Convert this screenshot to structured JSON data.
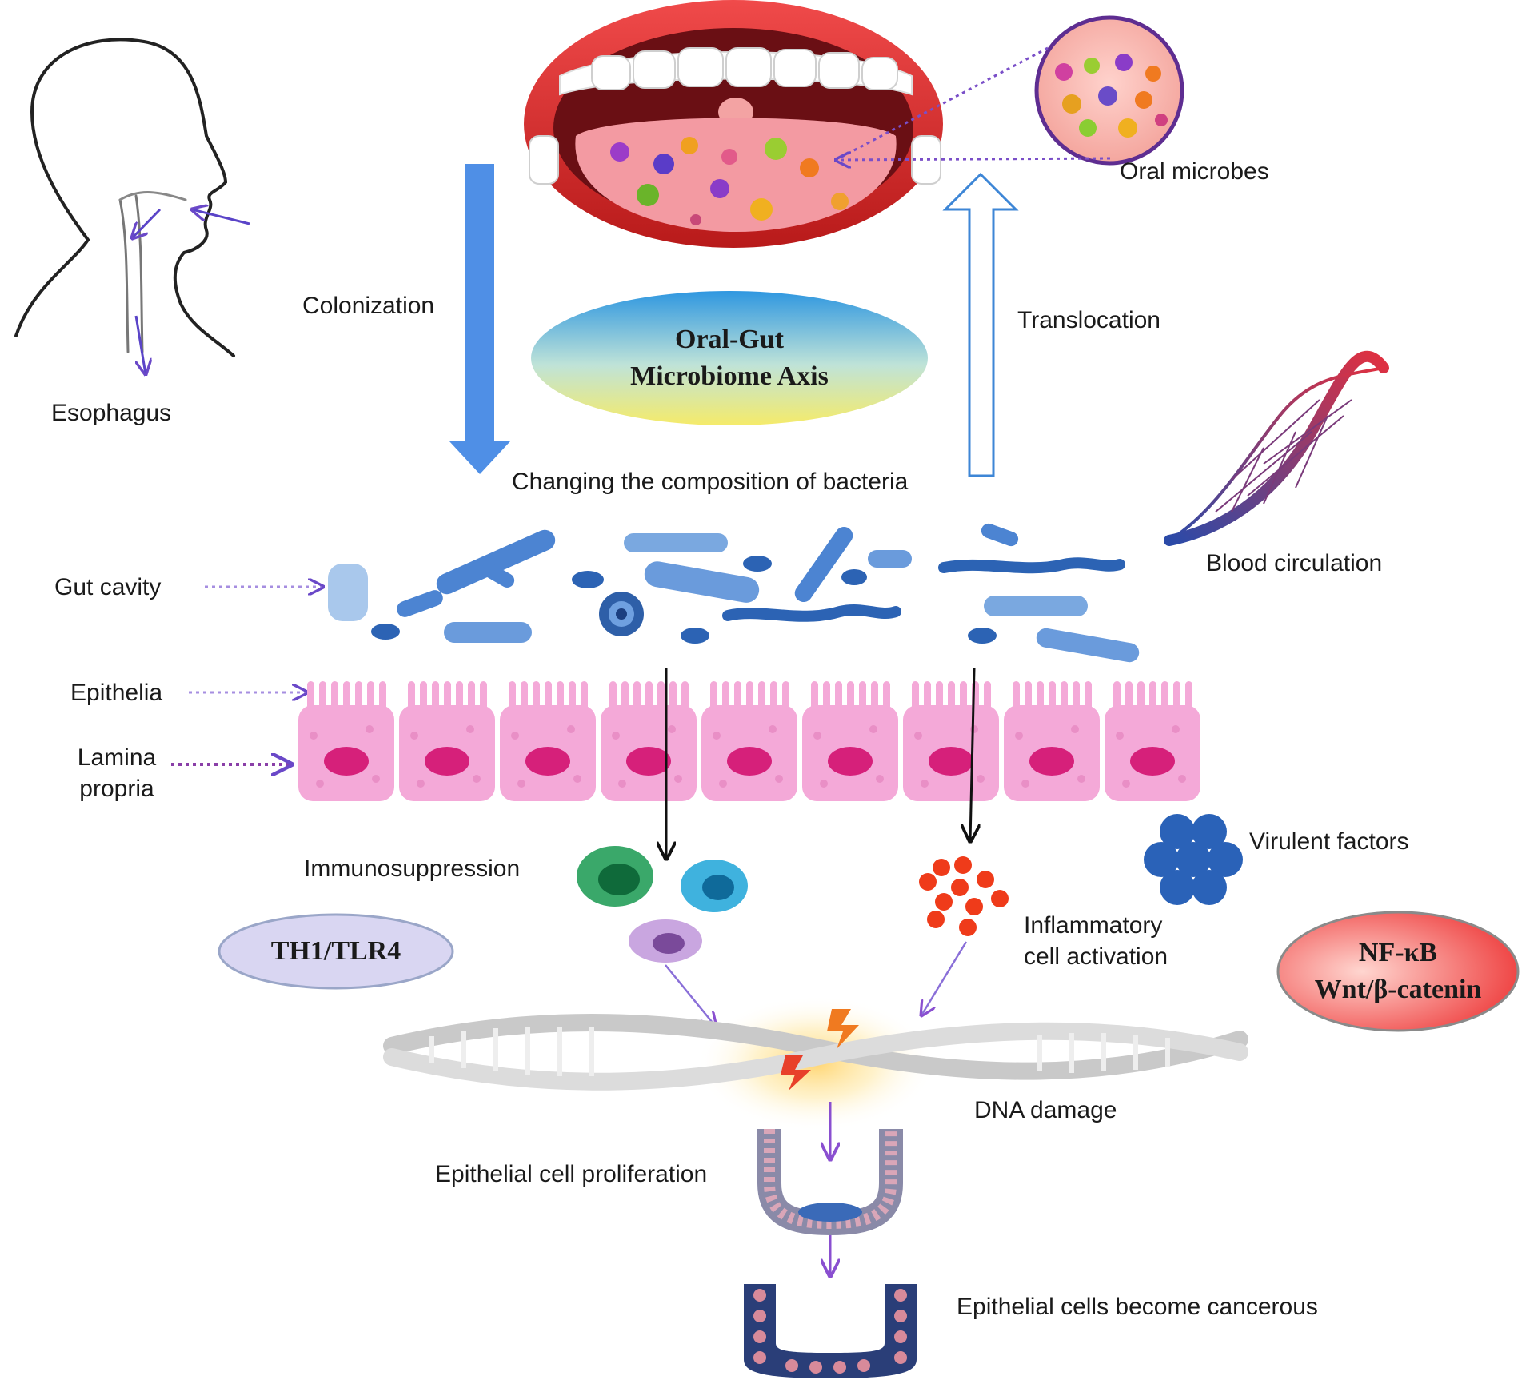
{
  "labels": {
    "esophagus": "Esophagus",
    "colonization": "Colonization",
    "translocation": "Translocation",
    "oral_microbes": "Oral microbes",
    "axis_line1": "Oral-Gut",
    "axis_line2": "Microbiome Axis",
    "changing_composition": "Changing the composition of bacteria",
    "blood_circulation": "Blood circulation",
    "gut_cavity": "Gut cavity",
    "epithelia": "Epithelia",
    "lamina_line1": "Lamina",
    "lamina_line2": "propria",
    "immunosuppression": "Immunosuppression",
    "virulent_factors": "Virulent factors",
    "th1_tlr4": "TH1/TLR4",
    "inflammatory_line1": "Inflammatory",
    "inflammatory_line2": "cell activation",
    "nfkb_line1": "NF-κB",
    "nfkb_line2": "Wnt/β-catenin",
    "dna_damage": "DNA damage",
    "epithelial_proliferation": "Epithelial cell proliferation",
    "cancerous": "Epithelial cells become cancerous"
  },
  "colors": {
    "colonization_arrow": "#4f8fe6",
    "translocation_arrow": "#3d86d6",
    "dotted_arrow": "#7a4fc8",
    "epithelium": "#f4a9d8",
    "nucleus": "#d6207a",
    "th1_pill": "#d9d6f2",
    "nfkb_pill": "#f06a6a"
  }
}
